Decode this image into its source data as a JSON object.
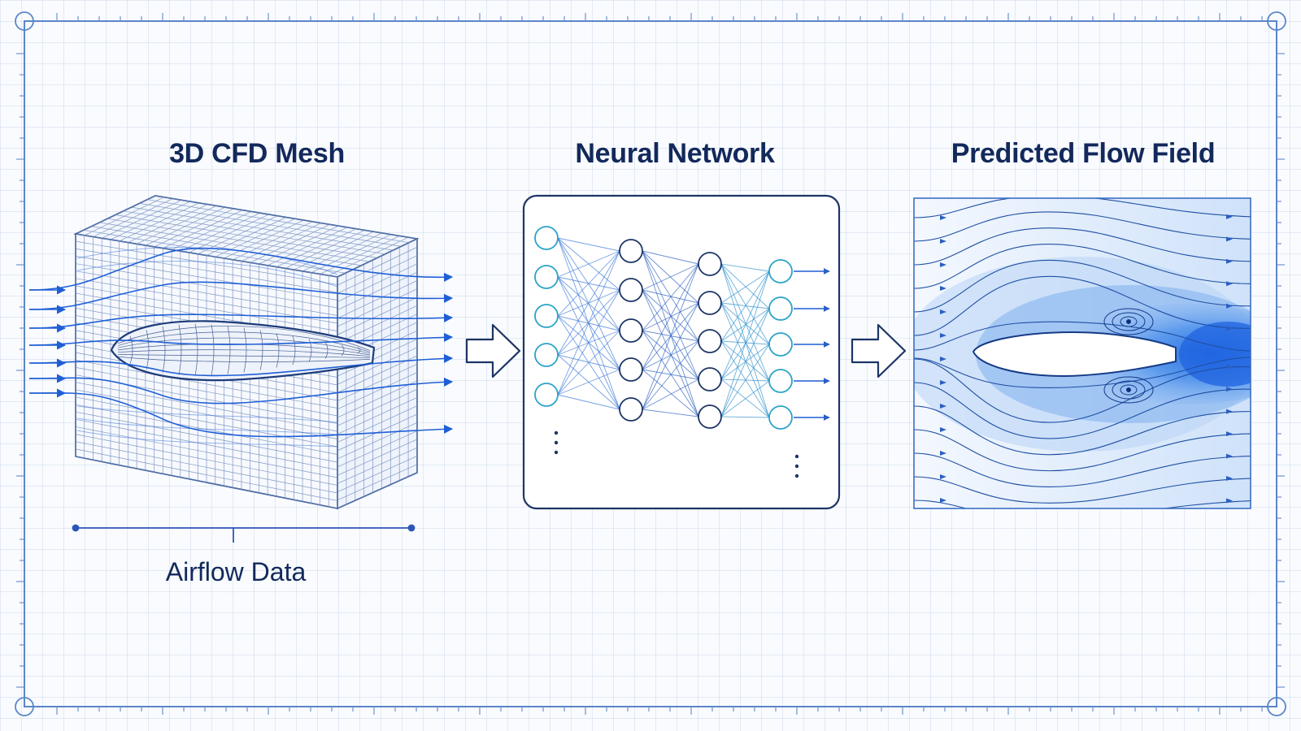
{
  "panels": {
    "mesh": {
      "title": "3D CFD Mesh",
      "caption": "Airflow Data"
    },
    "network": {
      "title": "Neural Network"
    },
    "flow": {
      "title": "Predicted Flow Field"
    }
  },
  "network_layers": [
    {
      "visible_nodes": 5,
      "continues": true
    },
    {
      "visible_nodes": 5,
      "continues": false
    },
    {
      "visible_nodes": 5,
      "continues": false
    },
    {
      "visible_nodes": 5,
      "continues": true
    }
  ],
  "colors": {
    "frame": "#5b86c9",
    "ink": "#13295c",
    "accent": "#1f5fd6",
    "cyan": "#2aa3c9",
    "flow_light": "#dbe9fb"
  }
}
